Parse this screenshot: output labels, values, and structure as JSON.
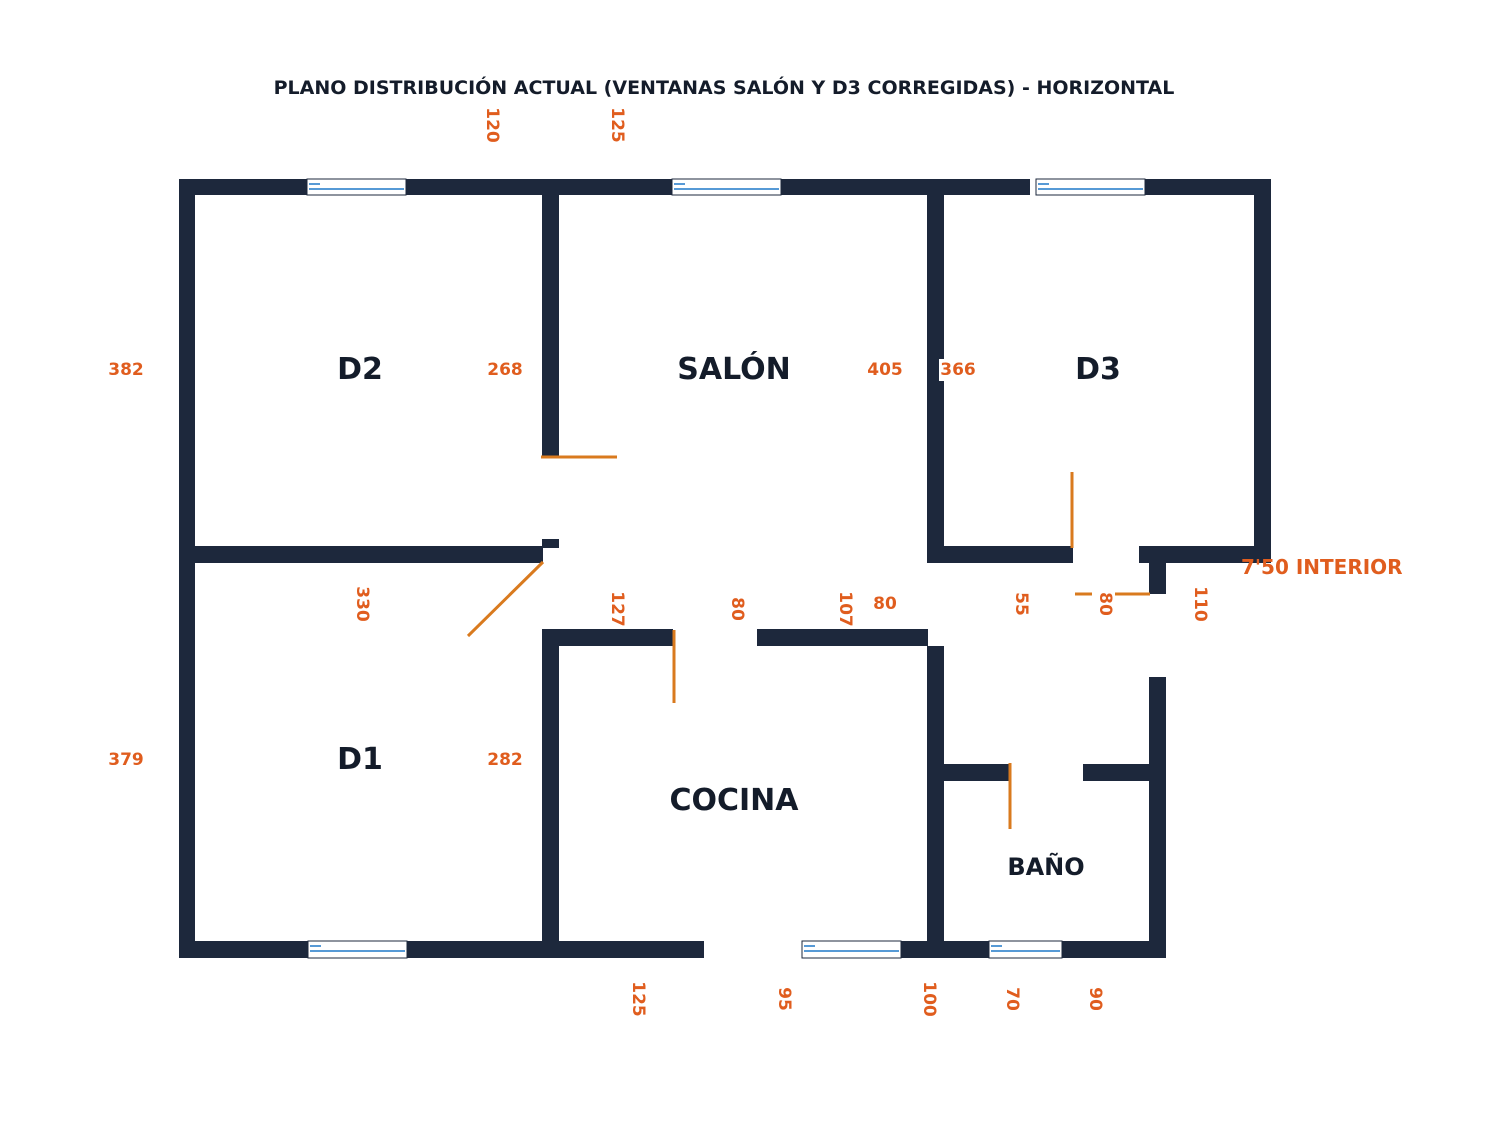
{
  "title": "PLANO DISTRIBUCIÓN ACTUAL (VENTANAS SALÓN Y D3 CORREGIDAS) - HORIZONTAL",
  "rooms": {
    "d2": "D2",
    "salon": "SALÓN",
    "d3": "D3",
    "d1": "D1",
    "cocina": "COCINA",
    "bano": "BAÑO"
  },
  "dimensions": {
    "top_120": "120",
    "top_125": "125",
    "left_382": "382",
    "d2_268": "268",
    "salon_405": "405",
    "d3_366": "366",
    "interior_750": "7'50 INTERIOR",
    "mid_330": "330",
    "mid_127": "127",
    "mid_80a": "80",
    "mid_107": "107",
    "mid_80b": "80",
    "mid_55": "55",
    "mid_80c": "80",
    "mid_110": "110",
    "left_379": "379",
    "d1_282": "282",
    "bottom_125": "125",
    "bottom_95": "95",
    "bottom_100": "100",
    "bottom_70": "70",
    "bottom_90": "90"
  },
  "colors": {
    "wall": "#1d283c",
    "door": "#d97a1e",
    "window": "#1f78c8",
    "dimension": "#e05d1e",
    "label": "#141c2a"
  }
}
